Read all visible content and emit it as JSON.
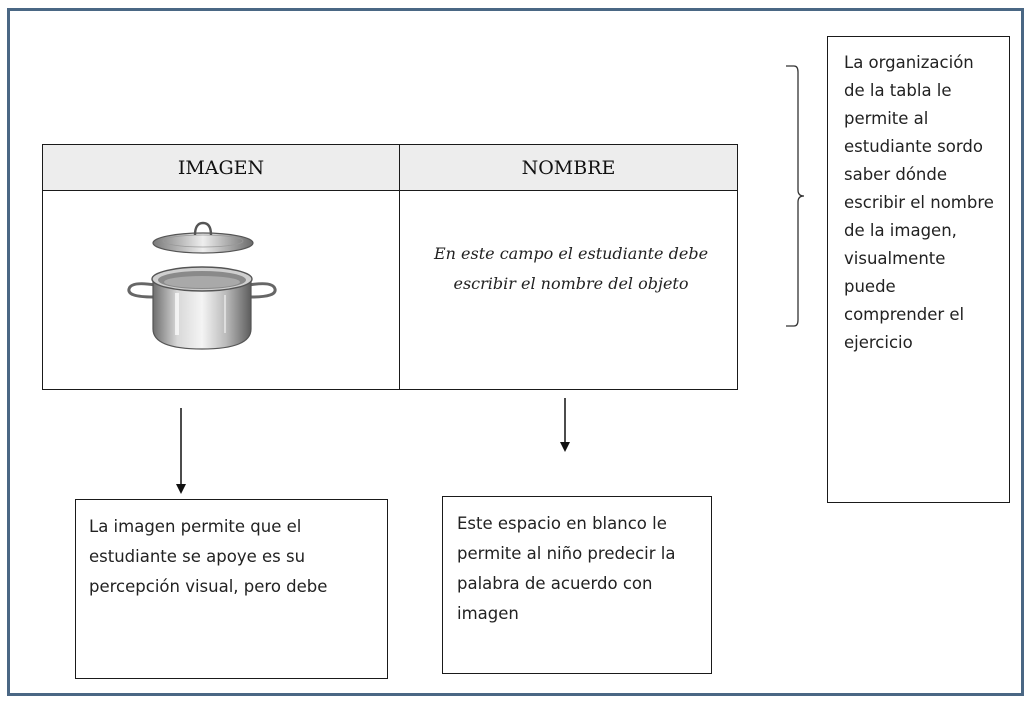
{
  "table": {
    "header_image": "IMAGEN",
    "header_name": "NOMBRE",
    "name_hint": "En este campo el estudiante debe escribir el nombre del objeto",
    "image_icon": "cooking-pot-icon"
  },
  "notes": {
    "right": "La organización de la tabla le permite al estudiante sordo saber dónde escribir el nombre de la imagen, visualmente puede comprender el ejercicio",
    "image": "La imagen permite que el estudiante se apoye es su percepción visual, pero debe",
    "blank": "Este espacio en blanco le permite al niño predecir la palabra de acuerdo con imagen"
  },
  "colors": {
    "frame_border": "#4a6784",
    "header_fill": "#ededed",
    "line": "#1a1a1a"
  }
}
